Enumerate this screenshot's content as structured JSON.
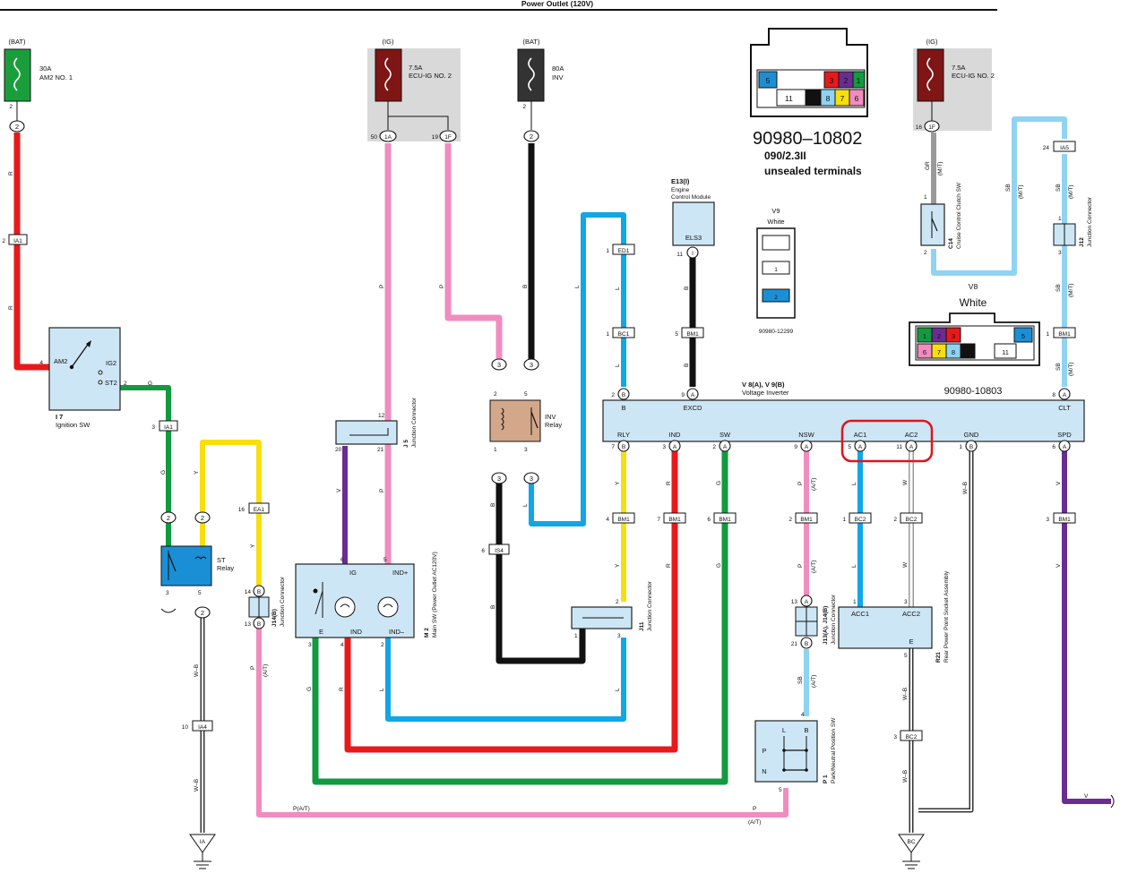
{
  "title": "Power Outlet (120V)",
  "fuses": [
    {
      "id": "am2",
      "source": "(BAT)",
      "rating": "30A",
      "name": "AM2 NO. 1",
      "pin": "2"
    },
    {
      "id": "ecuig1",
      "source": "(IG)",
      "rating": "7.5A",
      "name": "ECU-IG NO. 2",
      "pin_a": "50",
      "pin_b": "19"
    },
    {
      "id": "inv",
      "source": "(BAT)",
      "rating": "80A",
      "name": "INV",
      "pin": "2"
    },
    {
      "id": "ecuig2",
      "source": "(IG)",
      "rating": "7.5A",
      "name": "ECU-IG NO. 2",
      "pin": "16"
    }
  ],
  "connector_refs": {
    "c2a": "2",
    "ia1": "IA1",
    "ia1b": "IA1",
    "c1a": "1A",
    "c1f": "1F",
    "ed1": "ED1",
    "bc1": "BC1",
    "bm1": "BM1",
    "c3": "3",
    "ea1": "EA1",
    "is4": "IS4",
    "ia4": "IA4",
    "ia": "IA",
    "bc": "BC",
    "ia5": "IA5",
    "bc2": "BC2"
  },
  "component_labels": {
    "i7": "I 7",
    "i7_name": "Ignition SW",
    "st": "ST",
    "st_name": "Relay",
    "j5": "J 5",
    "j5_name": "Junction Connector",
    "m2": "M 2",
    "m2_name": "Main SW (Power Outlet AC120V)",
    "inv_relay": "INV",
    "inv_relay_name": "Relay",
    "j11": "J11",
    "j11_name": "Junction Connector",
    "j14": "J14(B)",
    "j14_name": "Junction Connector",
    "j13": "J13(A), J14(B)",
    "j13_name": "Junction Connector",
    "p1": "P 1",
    "p1_name": "Park/Neutral Position SW",
    "r21": "R21",
    "r21_name": "Rear Power Point Socket Assembly",
    "c14": "C14",
    "c14_name": "Cruise Control Clutch SW",
    "j12": "J12",
    "j12_name": "Junction Connector",
    "e13": "E13(I)",
    "e13_name1": "Engine",
    "e13_name2": "Control Module",
    "v8": "V 8(A), V 9(B)",
    "v8_name": "Voltage Inverter",
    "els3": "ELS3"
  },
  "switch_pins": {
    "am2": "AM2",
    "ig2": "IG2",
    "st2": "ST2",
    "ig": "IG",
    "ind_plus": "IND+",
    "e": "E",
    "ind": "IND",
    "ind_minus": "IND–"
  },
  "inverter_pins": [
    "B",
    "EXCD",
    "CLT",
    "RLY",
    "IND",
    "SW",
    "NSW",
    "AC1",
    "AC2",
    "GND",
    "SPD"
  ],
  "r21_pins": [
    "ACC1",
    "ACC2",
    "E"
  ],
  "p1_pins": [
    "L",
    "B",
    "P",
    "N"
  ],
  "wire_colors": {
    "R": "R",
    "G": "G",
    "Y": "Y",
    "P": "P",
    "B": "B",
    "L": "L",
    "V": "V",
    "W": "W",
    "WB": "W–B",
    "SB": "SB",
    "GR": "GR",
    "MT": "(M/T)",
    "AT": "(A/T)",
    "PAT": "P(A/T)"
  },
  "part_numbers": {
    "pn1": "90980–10802",
    "pn1_note1": "090/2.3II",
    "pn1_note2": "unsealed terminals",
    "pn2": "90980-12299",
    "pn3": "90980-10803"
  },
  "connector_views": {
    "v9": "V9",
    "v9_color": "White",
    "v8": "V8",
    "v8_color": "White"
  },
  "colors": {
    "red": "#e8191b",
    "green": "#129a3f",
    "yellow": "#f7df0f",
    "pink": "#f08cbf",
    "black": "#111111",
    "blue": "#11a6e6",
    "purple": "#6a2c91",
    "lightblue": "#8fd3f3",
    "gray": "#9a9a9a",
    "highlight": "#e0141c"
  }
}
